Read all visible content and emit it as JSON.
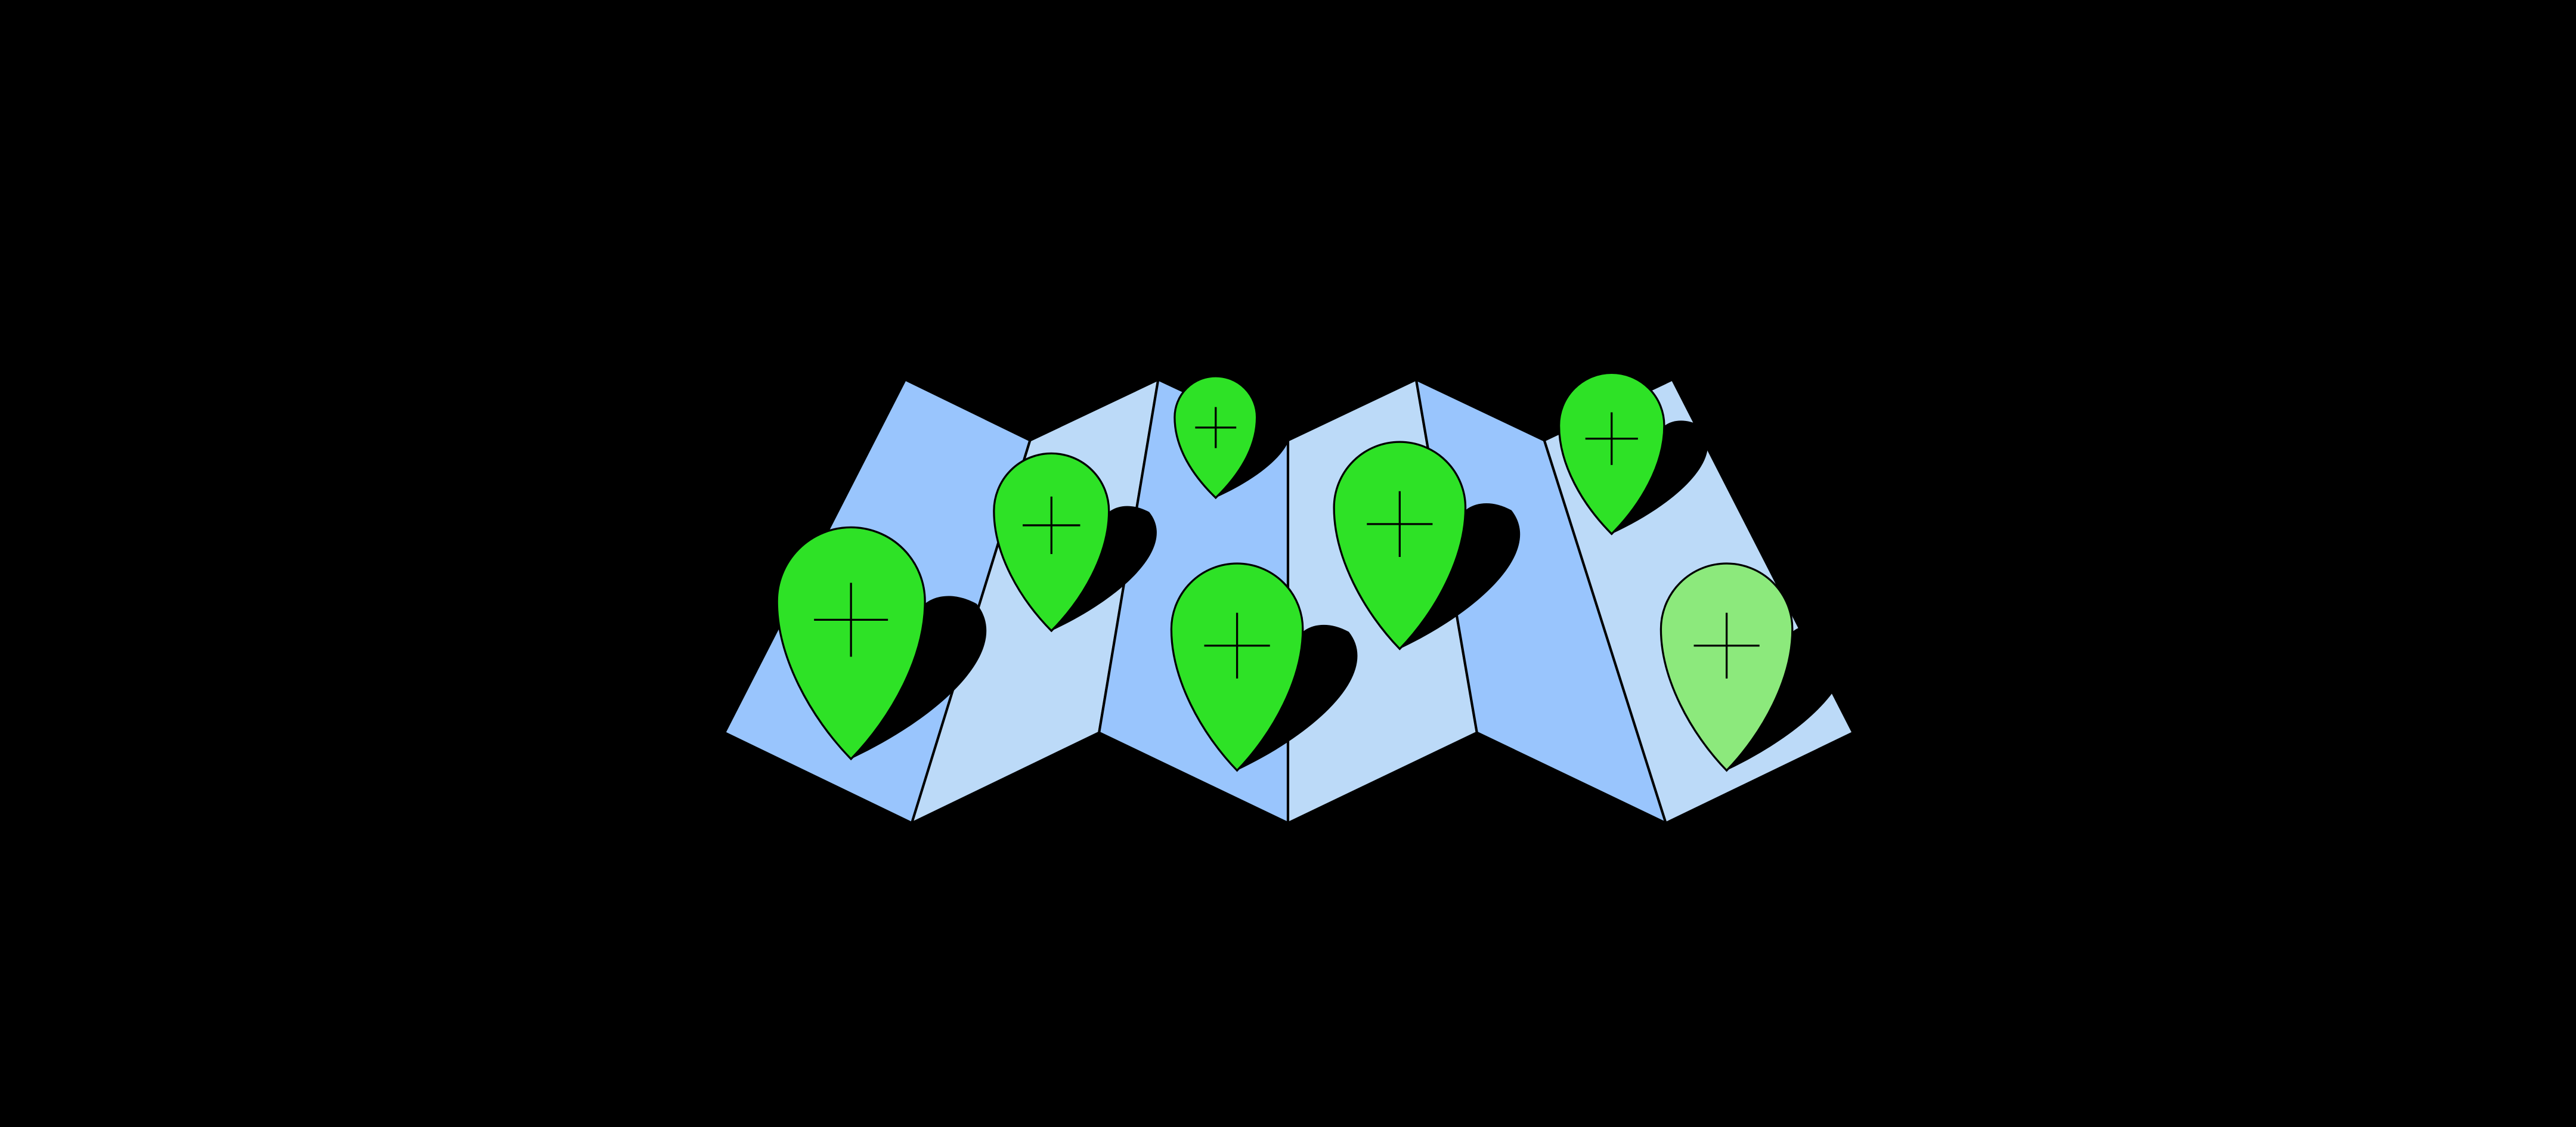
{
  "scene": {
    "background": "#000000",
    "map": {
      "panel_colors": [
        "#99c5fd",
        "#bcdaf8",
        "#99c5fd",
        "#bcdaf8",
        "#99c5fd",
        "#bcdaf8"
      ],
      "outline_color": "#000000",
      "icon": "folded-map-icon"
    },
    "pins": [
      {
        "name": "pin-1",
        "fill": "#2ee226",
        "icon": "add-location-pin-icon"
      },
      {
        "name": "pin-2",
        "fill": "#2ee226",
        "icon": "add-location-pin-icon"
      },
      {
        "name": "pin-3",
        "fill": "#2ee226",
        "icon": "add-location-pin-icon"
      },
      {
        "name": "pin-4",
        "fill": "#2ee226",
        "icon": "add-location-pin-icon"
      },
      {
        "name": "pin-5",
        "fill": "#2ee226",
        "icon": "add-location-pin-icon"
      },
      {
        "name": "pin-6",
        "fill": "#2ee226",
        "icon": "add-location-pin-icon"
      },
      {
        "name": "pin-7-highlighted",
        "fill": "#8ce97c",
        "icon": "add-location-pin-icon"
      }
    ]
  }
}
